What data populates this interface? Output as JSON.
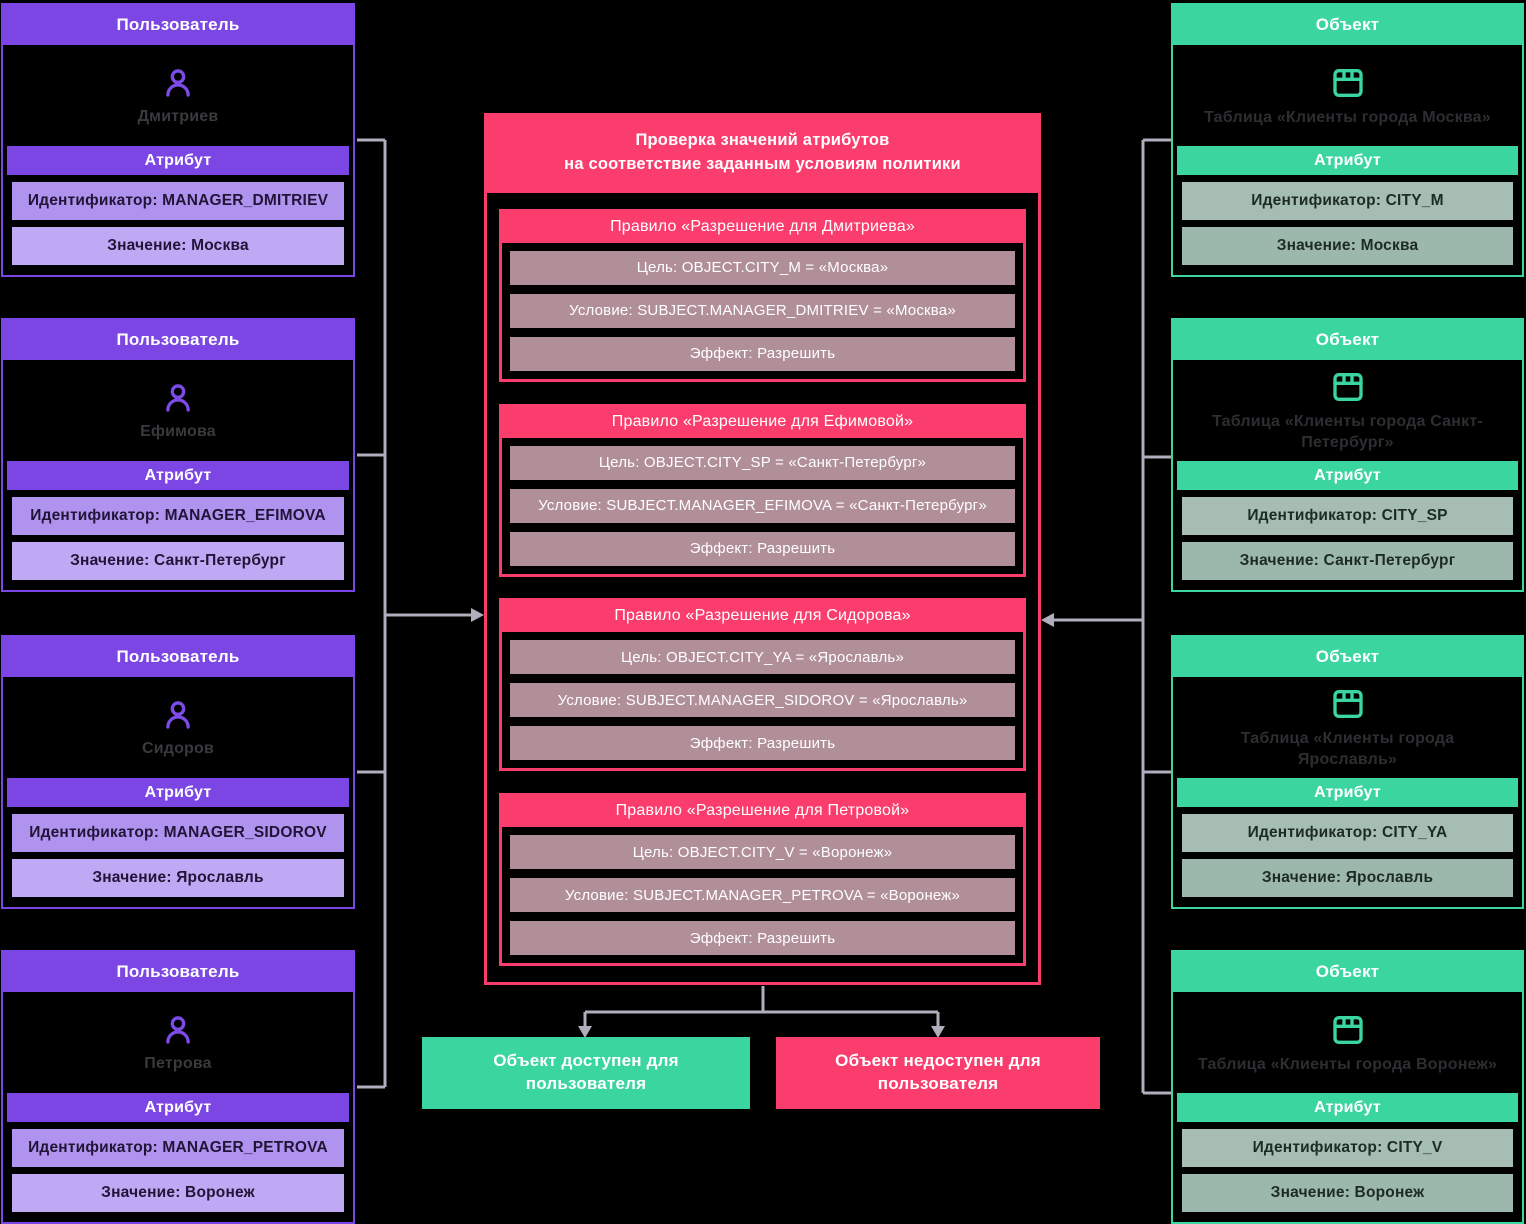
{
  "palette": {
    "purple": "#7B46E4",
    "purple_row_identifier": "#B093EF",
    "purple_row_value": "#BFA8F4",
    "green": "#3BD6A0",
    "green_row_identifier": "#A5BDB3",
    "green_row_value": "#9CB7AC",
    "pink": "#FB3D6D",
    "rule_row_mauve": "#B18F99",
    "connector_gray": "#B2ADBC",
    "background": "#000000"
  },
  "users": {
    "header": "Пользователь",
    "attr_label": "Атрибут",
    "icon": "person-icon",
    "items": [
      {
        "name": "Дмитриев",
        "identifier": "Идентификатор: MANAGER_DMITRIEV",
        "value": "Значение: Москва"
      },
      {
        "name": "Ефимова",
        "identifier": "Идентификатор: MANAGER_EFIMOVA",
        "value": "Значение: Санкт-Петербург"
      },
      {
        "name": "Сидоров",
        "identifier": "Идентификатор: MANAGER_SIDOROV",
        "value": "Значение: Ярославль"
      },
      {
        "name": "Петрова",
        "identifier": "Идентификатор: MANAGER_PETROVA",
        "value": "Значение: Воронеж"
      }
    ]
  },
  "objects": {
    "header": "Объект",
    "attr_label": "Атрибут",
    "icon": "table-icon",
    "items": [
      {
        "name": "Таблица «Клиенты города Москва»",
        "identifier": "Идентификатор: CITY_M",
        "value": "Значение: Москва"
      },
      {
        "name": "Таблица «Клиенты города Санкт-Петербург»",
        "identifier": "Идентификатор: CITY_SP",
        "value": "Значение: Санкт-Петербург"
      },
      {
        "name": "Таблица «Клиенты города Ярославль»",
        "identifier": "Идентификатор: CITY_YA",
        "value": "Значение: Ярославль"
      },
      {
        "name": "Таблица «Клиенты города Воронеж»",
        "identifier": "Идентификатор: CITY_V",
        "value": "Значение: Воронеж"
      }
    ]
  },
  "policy": {
    "title_line1": "Проверка значений атрибутов",
    "title_line2": "на соответствие заданным условиям политики",
    "rules": [
      {
        "title": "Правило «Разрешение для Дмитриева»",
        "target": "Цель: OBJECT.CITY_M = «Москва»",
        "condition": "Условие: SUBJECT.MANAGER_DMITRIEV = «Москва»",
        "effect": "Эффект: Разрешить"
      },
      {
        "title": "Правило «Разрешение для Ефимовой»",
        "target": "Цель: OBJECT.CITY_SP = «Санкт-Петербург»",
        "condition": "Условие: SUBJECT.MANAGER_EFIMOVA = «Санкт-Петербург»",
        "effect": "Эффект: Разрешить"
      },
      {
        "title": "Правило «Разрешение для Сидорова»",
        "target": "Цель: OBJECT.CITY_YA = «Ярославль»",
        "condition": "Условие: SUBJECT.MANAGER_SIDOROV = «Ярославль»",
        "effect": "Эффект: Разрешить"
      },
      {
        "title": "Правило «Разрешение для Петровой»",
        "target": "Цель: OBJECT.CITY_V = «Воронеж»",
        "condition": "Условие: SUBJECT.MANAGER_PETROVA = «Воронеж»",
        "effect": "Эффект: Разрешить"
      }
    ]
  },
  "outcomes": {
    "allowed": "Объект доступен для пользователя",
    "denied": "Объект недоступен для пользователя"
  }
}
